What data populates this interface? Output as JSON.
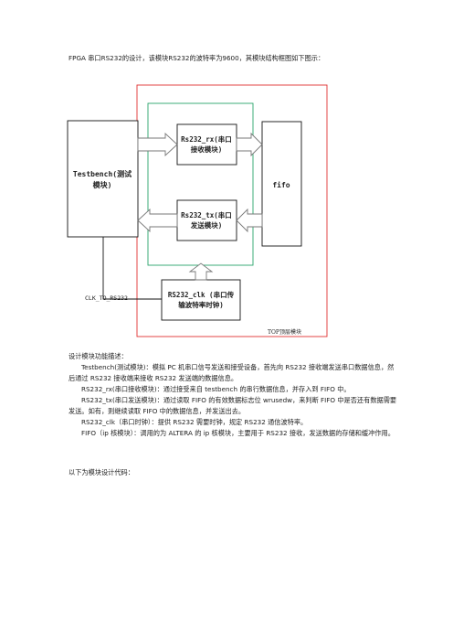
{
  "intro": "FPGA 串口RS232的设计，该模块RS232的波特率为9600，其模块结构框图如下图示：",
  "diagram": {
    "testbench": [
      "Testbench(测试",
      "模块)"
    ],
    "rx": [
      "Rs232_rx(串口",
      "接收模块)"
    ],
    "tx": [
      "Rs232_tx(串口",
      "发送模块)"
    ],
    "fifo": "fifo",
    "clk": [
      "RS232_clk (串口传",
      "输波特率时钟)"
    ],
    "clk_signal": "CLK_TO_RS232",
    "top_label": "TOP顶层模块",
    "colors": {
      "top_border": "#e03030",
      "inner_border": "#2aa36a",
      "box_border": "#111111",
      "arrow": "#777777"
    }
  },
  "desc": {
    "heading": "设计模块功能描述：",
    "p1": "Testbench(测试模块)：模拟 PC 机串口信号发送和接受设备，首先向 RS232 接收端发送串口数据信息，然后通过 RS232 接收端来接收 RS232 发送端的数据信息。",
    "p2": "RS232_rx(串口接收模块)：通过接受来自 testbench 的串行数据信息，并存入到 FIFO 中。",
    "p3": "RS232_tx(串口发送模块)：通过读取 FIFO 的有效数据标志位 wrusedw，来判断 FIFO 中是否还有数据需要发送。如有，则继续读取 FIFO 中的数据信息，并发送出去。",
    "p4": "RS232_clk（串口时钟）：提供 RS232 需要时钟，规定 RS232 通信波特率。",
    "p5": "FIFO（ip 核模块）：调用的为 ALTERA 的 ip 核模块，主要用于 RS232 接收，发送数据的存储和缓冲作用。"
  },
  "outro": "以下为模块设计代码："
}
